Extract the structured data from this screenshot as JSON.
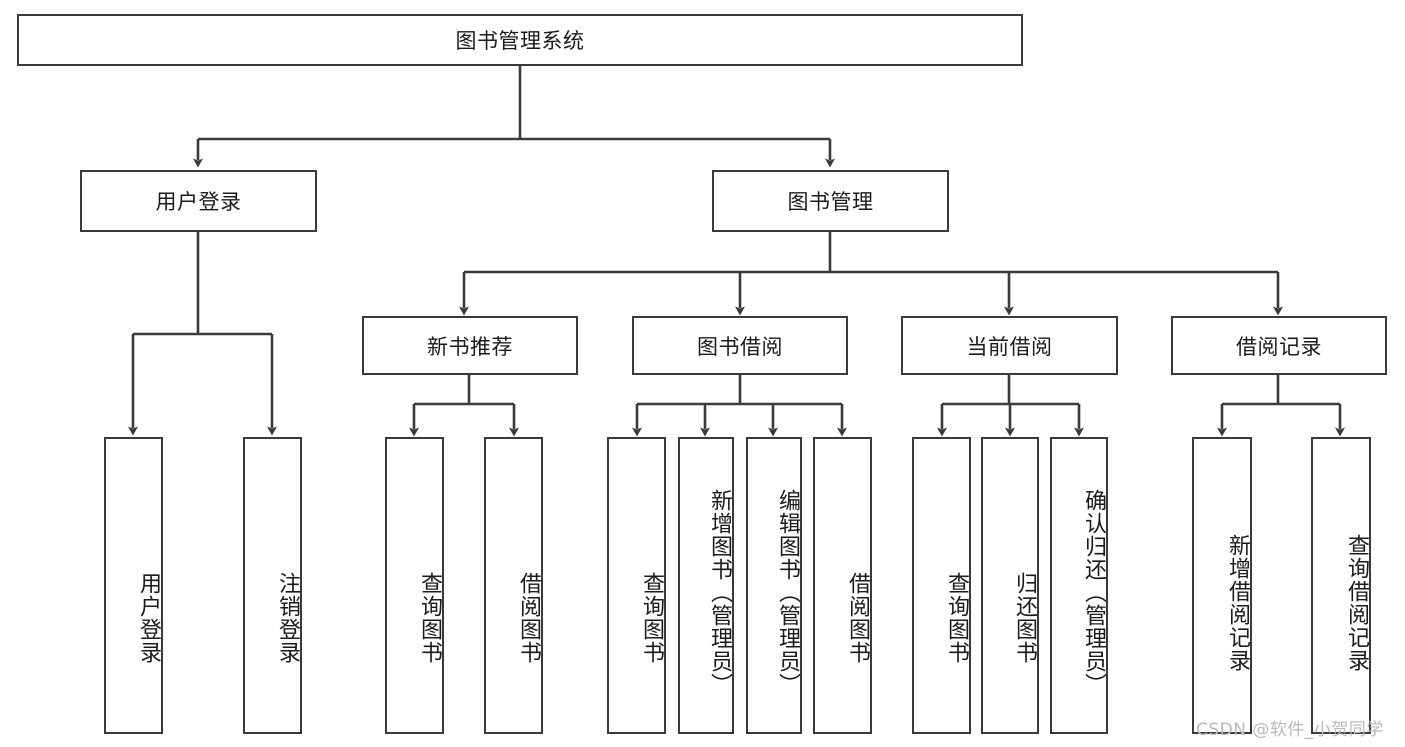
{
  "diagram": {
    "type": "tree",
    "title": "图书管理系统",
    "root": {
      "label": "图书管理系统",
      "id": "root"
    },
    "level2": [
      {
        "id": "user-login",
        "label": "用户登录"
      },
      {
        "id": "book-management",
        "label": "图书管理"
      }
    ],
    "level3": [
      {
        "id": "new-book-recommend",
        "label": "新书推荐",
        "parent": "book-management"
      },
      {
        "id": "book-borrow",
        "label": "图书借阅",
        "parent": "book-management"
      },
      {
        "id": "current-borrow",
        "label": "当前借阅",
        "parent": "book-management"
      },
      {
        "id": "borrow-record",
        "label": "借阅记录",
        "parent": "book-management"
      }
    ],
    "leaves": {
      "user_login": [
        {
          "id": "leaf-user-login",
          "label": "用户登录"
        },
        {
          "id": "leaf-logout",
          "label": "注销登录"
        }
      ],
      "new_book_recommend": [
        {
          "id": "leaf-query-book-1",
          "label": "查询图书"
        },
        {
          "id": "leaf-borrow-book-1",
          "label": "借阅图书"
        }
      ],
      "book_borrow": [
        {
          "id": "leaf-query-book-2",
          "label": "查询图书"
        },
        {
          "id": "leaf-add-book",
          "label": "新增图书（管理员）"
        },
        {
          "id": "leaf-edit-book",
          "label": "编辑图书（管理员）"
        },
        {
          "id": "leaf-borrow-book-2",
          "label": "借阅图书"
        }
      ],
      "current_borrow": [
        {
          "id": "leaf-query-book-3",
          "label": "查询图书"
        },
        {
          "id": "leaf-return-book",
          "label": "归还图书"
        },
        {
          "id": "leaf-confirm-return",
          "label": "确认归还（管理员）"
        }
      ],
      "borrow_record": [
        {
          "id": "leaf-add-record",
          "label": "新增借阅记录"
        },
        {
          "id": "leaf-query-record",
          "label": "查询借阅记录"
        }
      ]
    },
    "watermark": "CSDN @软件_小贺同学",
    "colors": {
      "stroke": "#3a3a3a",
      "background": "#ffffff",
      "text": "#1b1b1b",
      "watermark": "#b9b9b9"
    }
  }
}
